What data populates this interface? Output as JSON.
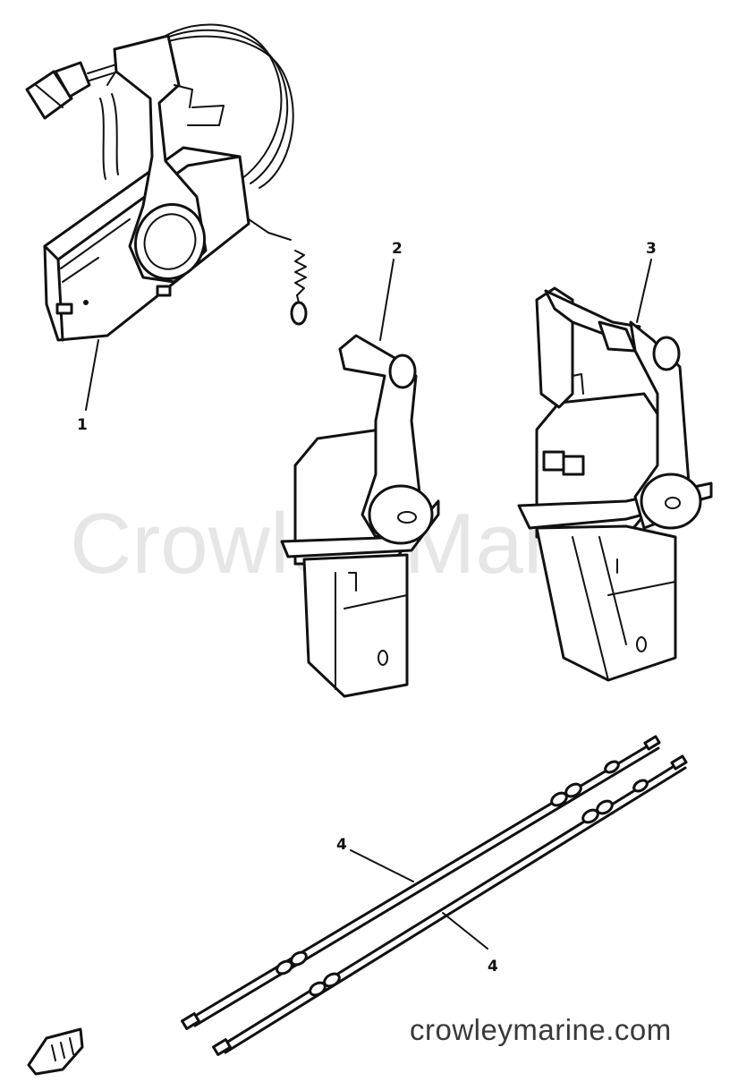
{
  "watermark": "Crowley Marine",
  "site_url": "crowleymarine.com",
  "callouts": [
    {
      "id": "callout-1",
      "label": "1"
    },
    {
      "id": "callout-2",
      "label": "2"
    },
    {
      "id": "callout-3",
      "label": "3"
    },
    {
      "id": "callout-4a",
      "label": "4"
    },
    {
      "id": "callout-4b",
      "label": "4"
    }
  ]
}
